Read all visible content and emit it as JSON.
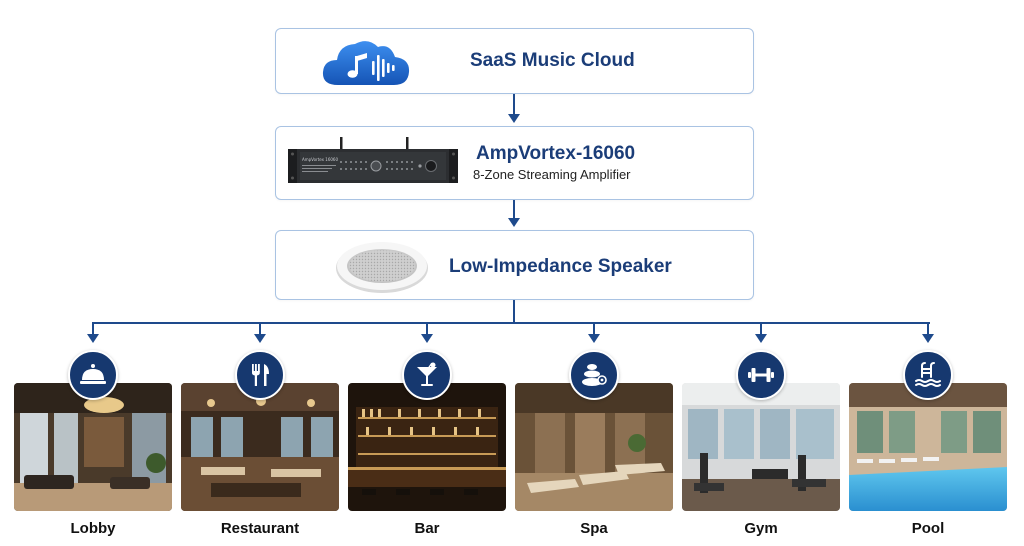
{
  "cloud": {
    "title": "SaaS Music Cloud",
    "icon": "music-cloud-icon"
  },
  "amplifier": {
    "title": "AmpVortex-16060",
    "subtitle": "8-Zone Streaming Amplifier",
    "panel_brand": "AmpVortex 16060"
  },
  "speaker": {
    "title": "Low-Impedance Speaker"
  },
  "zones": [
    {
      "label": "Lobby",
      "icon": "service-bell-icon"
    },
    {
      "label": "Restaurant",
      "icon": "fork-knife-icon"
    },
    {
      "label": "Bar",
      "icon": "cocktail-glass-icon"
    },
    {
      "label": "Spa",
      "icon": "spa-stones-icon"
    },
    {
      "label": "Gym",
      "icon": "dumbbell-icon"
    },
    {
      "label": "Pool",
      "icon": "pool-ladder-icon"
    }
  ],
  "colors": {
    "title_navy": "#1b3d78",
    "connector": "#1e4a8c",
    "icon_circle": "#16386f",
    "cloud_blue": "#1f6fd1",
    "box_border": "#a9c3e3"
  }
}
